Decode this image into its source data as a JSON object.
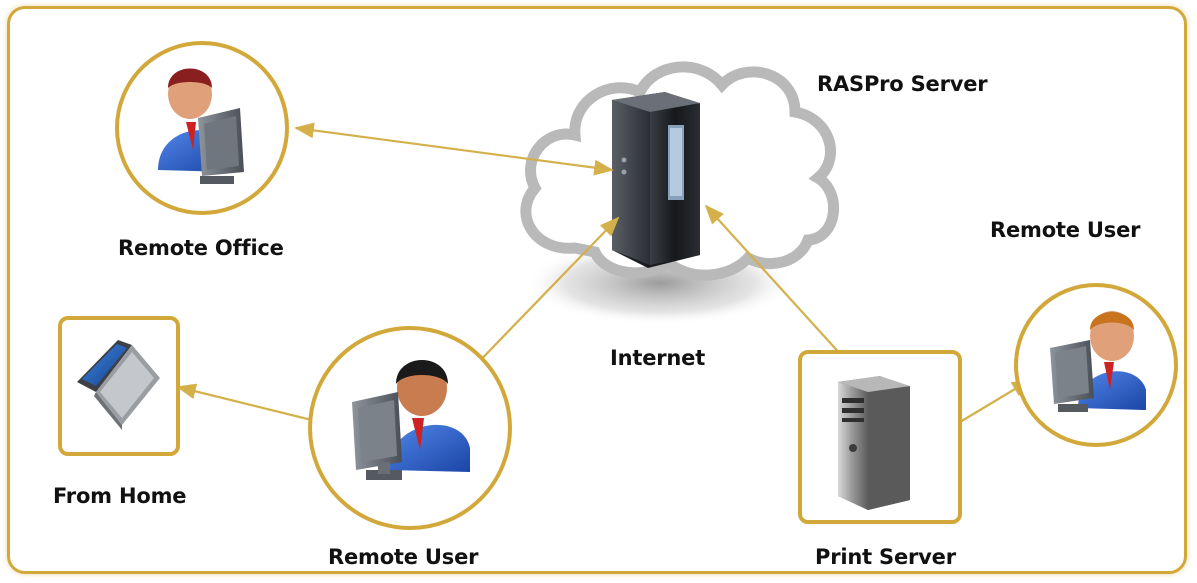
{
  "labels": {
    "raspro_server": "RASPro Server",
    "remote_office": "Remote Office",
    "remote_user_right": "Remote User",
    "internet": "Internet",
    "from_home": "From Home",
    "remote_user_center": "Remote User",
    "print_server": "Print Server"
  },
  "colors": {
    "frame": "#d2a83a",
    "connector": "#d4b04a",
    "circle_border": "#d2a83a",
    "cloud_stroke": "#b9b9b9",
    "screen_blue": "#1f5fb8",
    "suit_blue": "#2a5fc8"
  },
  "icons": [
    "cloud-icon",
    "server-tower-icon",
    "user-at-computer-icon",
    "laptop-icon",
    "print-server-tower-icon"
  ]
}
